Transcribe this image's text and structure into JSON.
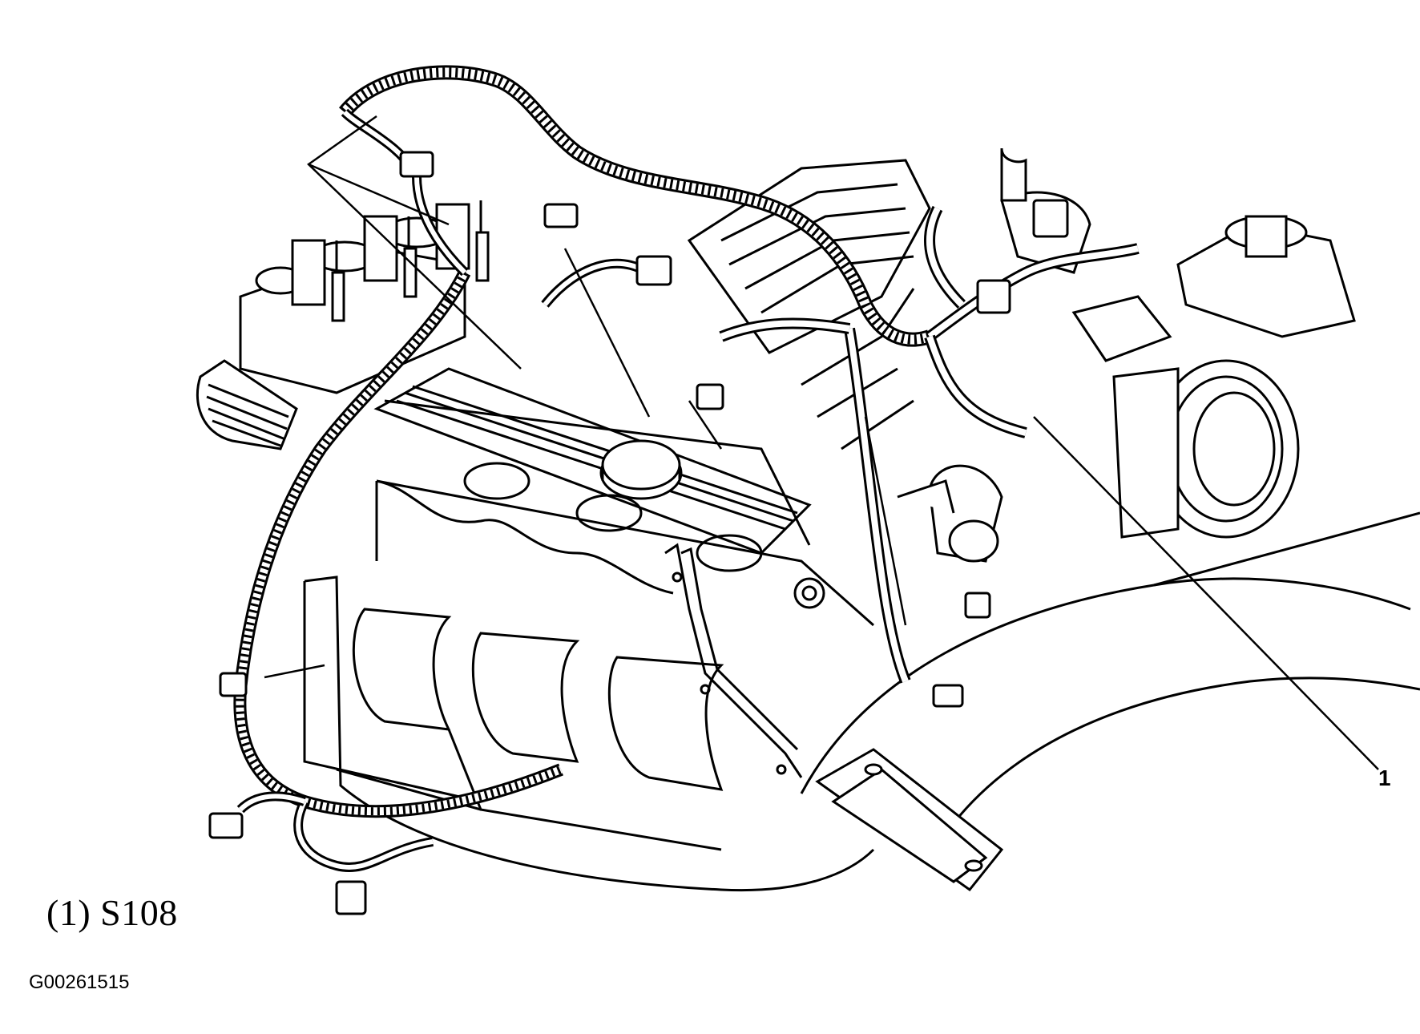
{
  "diagram": {
    "callout_number": "1",
    "legend_text": "(1) S108",
    "figure_code": "G00261515"
  },
  "colors": {
    "line": "#000000",
    "background": "#ffffff"
  }
}
